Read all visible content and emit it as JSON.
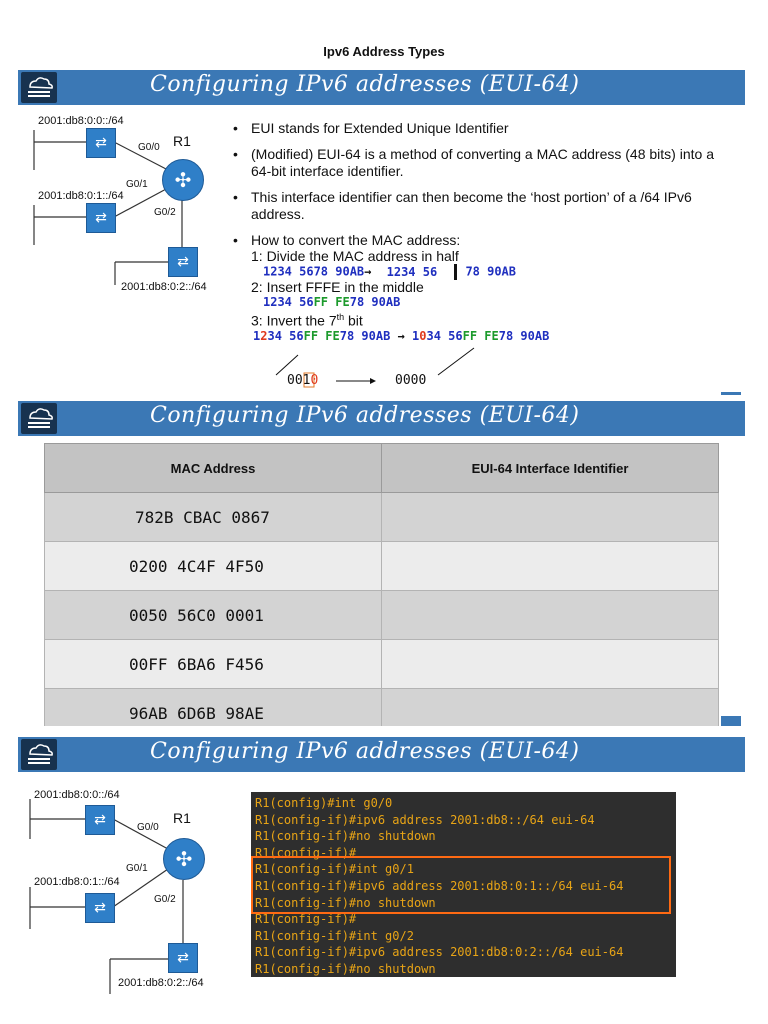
{
  "doc_title": "Ipv6 Address Types",
  "slides": {
    "s1": {
      "title": "Configuring IPv6 addresses (EUI-64)",
      "net": {
        "router_label": "R1",
        "net0": "2001:db8:0:0::/64",
        "net1": "2001:db8:0:1::/64",
        "net2": "2001:db8:0:2::/64",
        "if0": "G0/0",
        "if1": "G0/1",
        "if2": "G0/2"
      },
      "bullets": [
        "EUI stands for Extended Unique Identifier",
        "(Modified) EUI-64 is a method of converting a MAC address (48 bits) into a 64-bit interface identifier.",
        "This interface identifier can then become the ‘host portion’ of a /64 IPv6 address.",
        "How to convert the MAC address:"
      ],
      "steps": {
        "step1": "1: Divide the MAC address in half",
        "step1_mac": "1234 5678 90AB",
        "step1_half_a": "1234 56",
        "step1_half_b": "78 90AB",
        "step2": "2: Insert FFFE in the middle",
        "step2_a": "1234 56",
        "step2_ff": "FF",
        "step2_fe": "FE",
        "step2_b": "78 90AB",
        "step3": "3: Invert the 7",
        "step3_sup": "th",
        "step3_tail": " bit",
        "step3_before_1": "1",
        "step3_before_2": "2",
        "step3_before_3": "34 56",
        "step3_before_ff": "FF",
        "step3_before_fe": "FE",
        "step3_before_4": "78 90AB",
        "step3_after_1": "1",
        "step3_after_0": "0",
        "step3_after_3": "34 56",
        "step3_after_ff": "FF",
        "step3_after_fe": "FE",
        "step3_after_4": "78 90AB",
        "bits_from_a": "001",
        "bits_from_b": "0",
        "bits_to": "0000",
        "arrow": "→"
      }
    },
    "s2": {
      "title": "Configuring IPv6 addresses (EUI-64)",
      "headers": [
        "MAC Address",
        "EUI-64 Interface Identifier"
      ],
      "rows": [
        [
          "782B CBAC 0867",
          ""
        ],
        [
          "0200 4C4F 4F50",
          ""
        ],
        [
          "0050 56C0 0001",
          ""
        ],
        [
          "00FF 6BA6 F456",
          ""
        ],
        [
          "96AB 6D6B 98AE",
          ""
        ]
      ]
    },
    "s3": {
      "title": "Configuring IPv6 addresses (EUI-64)",
      "net": {
        "router_label": "R1",
        "net0": "2001:db8:0:0::/64",
        "net1": "2001:db8:0:1::/64",
        "net2": "2001:db8:0:2::/64",
        "if0": "G0/0",
        "if1": "G0/1",
        "if2": "G0/2"
      },
      "cli": [
        "R1(config)#int g0/0",
        "R1(config-if)#ipv6 address 2001:db8::/64 eui-64",
        "R1(config-if)#no shutdown",
        "R1(config-if)#",
        "R1(config-if)#int g0/1",
        "R1(config-if)#ipv6 address 2001:db8:0:1::/64 eui-64",
        "R1(config-if)#no shutdown",
        "R1(config-if)#",
        "R1(config-if)#int g0/2",
        "R1(config-if)#ipv6 address 2001:db8:0:2::/64 eui-64",
        "R1(config-if)#no shutdown"
      ]
    }
  },
  "colors": {
    "banner": "#3b78b5",
    "cli_text": "#e8a416",
    "cli_bg": "#2e2e2e",
    "highlight": "#ff6a13"
  }
}
